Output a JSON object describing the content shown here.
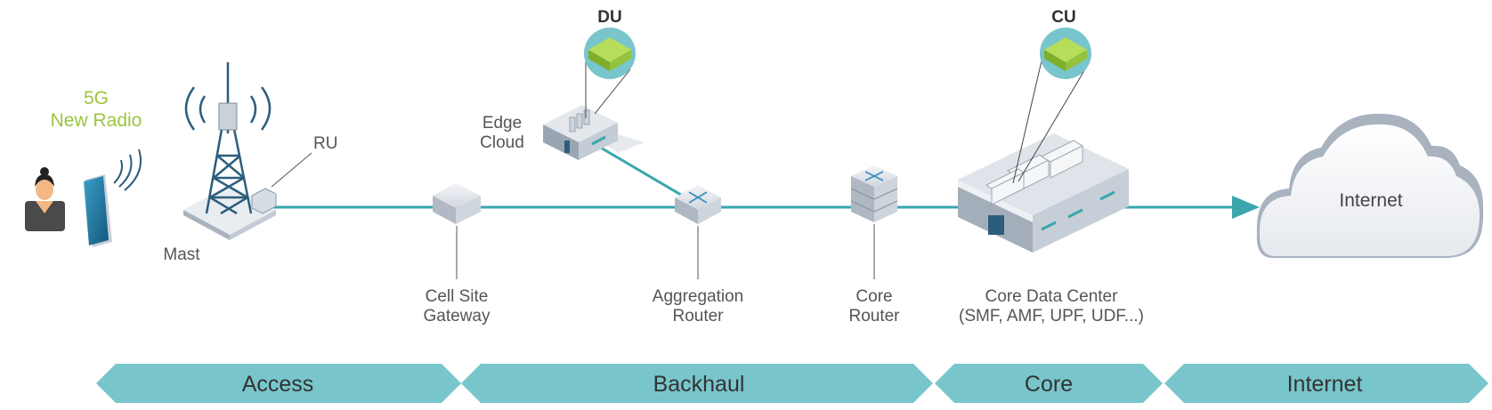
{
  "labels": {
    "new_radio_1": "5G",
    "new_radio_2": "New Radio",
    "ru": "RU",
    "mast": "Mast",
    "edge_cloud_1": "Edge",
    "edge_cloud_2": "Cloud",
    "du": "DU",
    "cu": "CU",
    "cell_site_1": "Cell Site",
    "cell_site_2": "Gateway",
    "agg_1": "Aggregation",
    "agg_2": "Router",
    "core_router_1": "Core",
    "core_router_2": "Router",
    "core_dc_1": "Core Data Center",
    "core_dc_2": "(SMF, AMF, UPF, UDF...)",
    "internet_cloud": "Internet"
  },
  "segments": [
    {
      "label": "Access"
    },
    {
      "label": "Backhaul"
    },
    {
      "label": "Core"
    },
    {
      "label": "Internet"
    }
  ],
  "colors": {
    "teal": "#3aa6ad",
    "segment_fill": "#78c6cc",
    "green": "#9bc53d",
    "navy": "#2c5d7c"
  }
}
